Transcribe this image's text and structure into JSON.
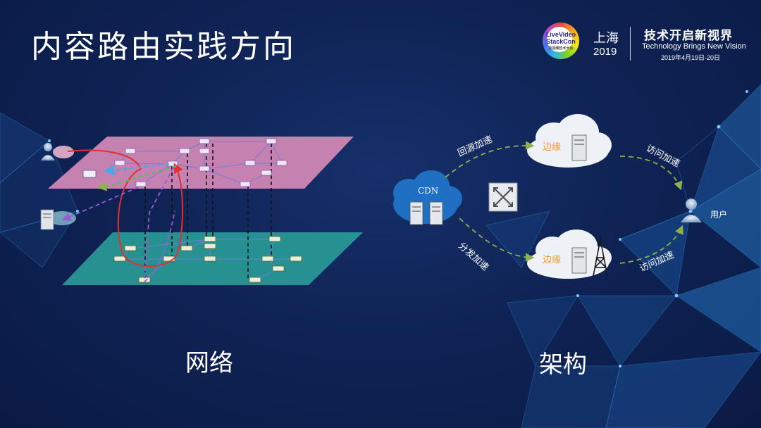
{
  "slide": {
    "title": "内容路由实践方向",
    "caption_left": "网络",
    "caption_right": "架构"
  },
  "event_logo": {
    "brand_line1": "LiveVideo",
    "brand_line2": "StackCon",
    "brand_line3": "音视频技术大会",
    "city": "上海",
    "year": "2019",
    "slogan_cn": "技术开启新视界",
    "slogan_en": "Technology Brings New Vision",
    "date": "2019年4月19日-20日"
  },
  "architecture": {
    "cdn_label": "CDN",
    "edge_top_label": "边缘",
    "edge_bottom_label": "边缘",
    "arrow_back_to_source": "回源加速",
    "arrow_distribute": "分发加速",
    "arrow_access_top": "访问加速",
    "arrow_access_bottom": "访问加速",
    "user_label": "用户"
  },
  "colors": {
    "background": "#0f2355",
    "accent_orange": "#f29a2e",
    "pink_plane": "#d58ab7",
    "teal_plane": "#2a9c98",
    "cloud": "#eef2f7",
    "cdn_cloud": "#1f6fc2",
    "arrow_green": "#8fb04a"
  }
}
